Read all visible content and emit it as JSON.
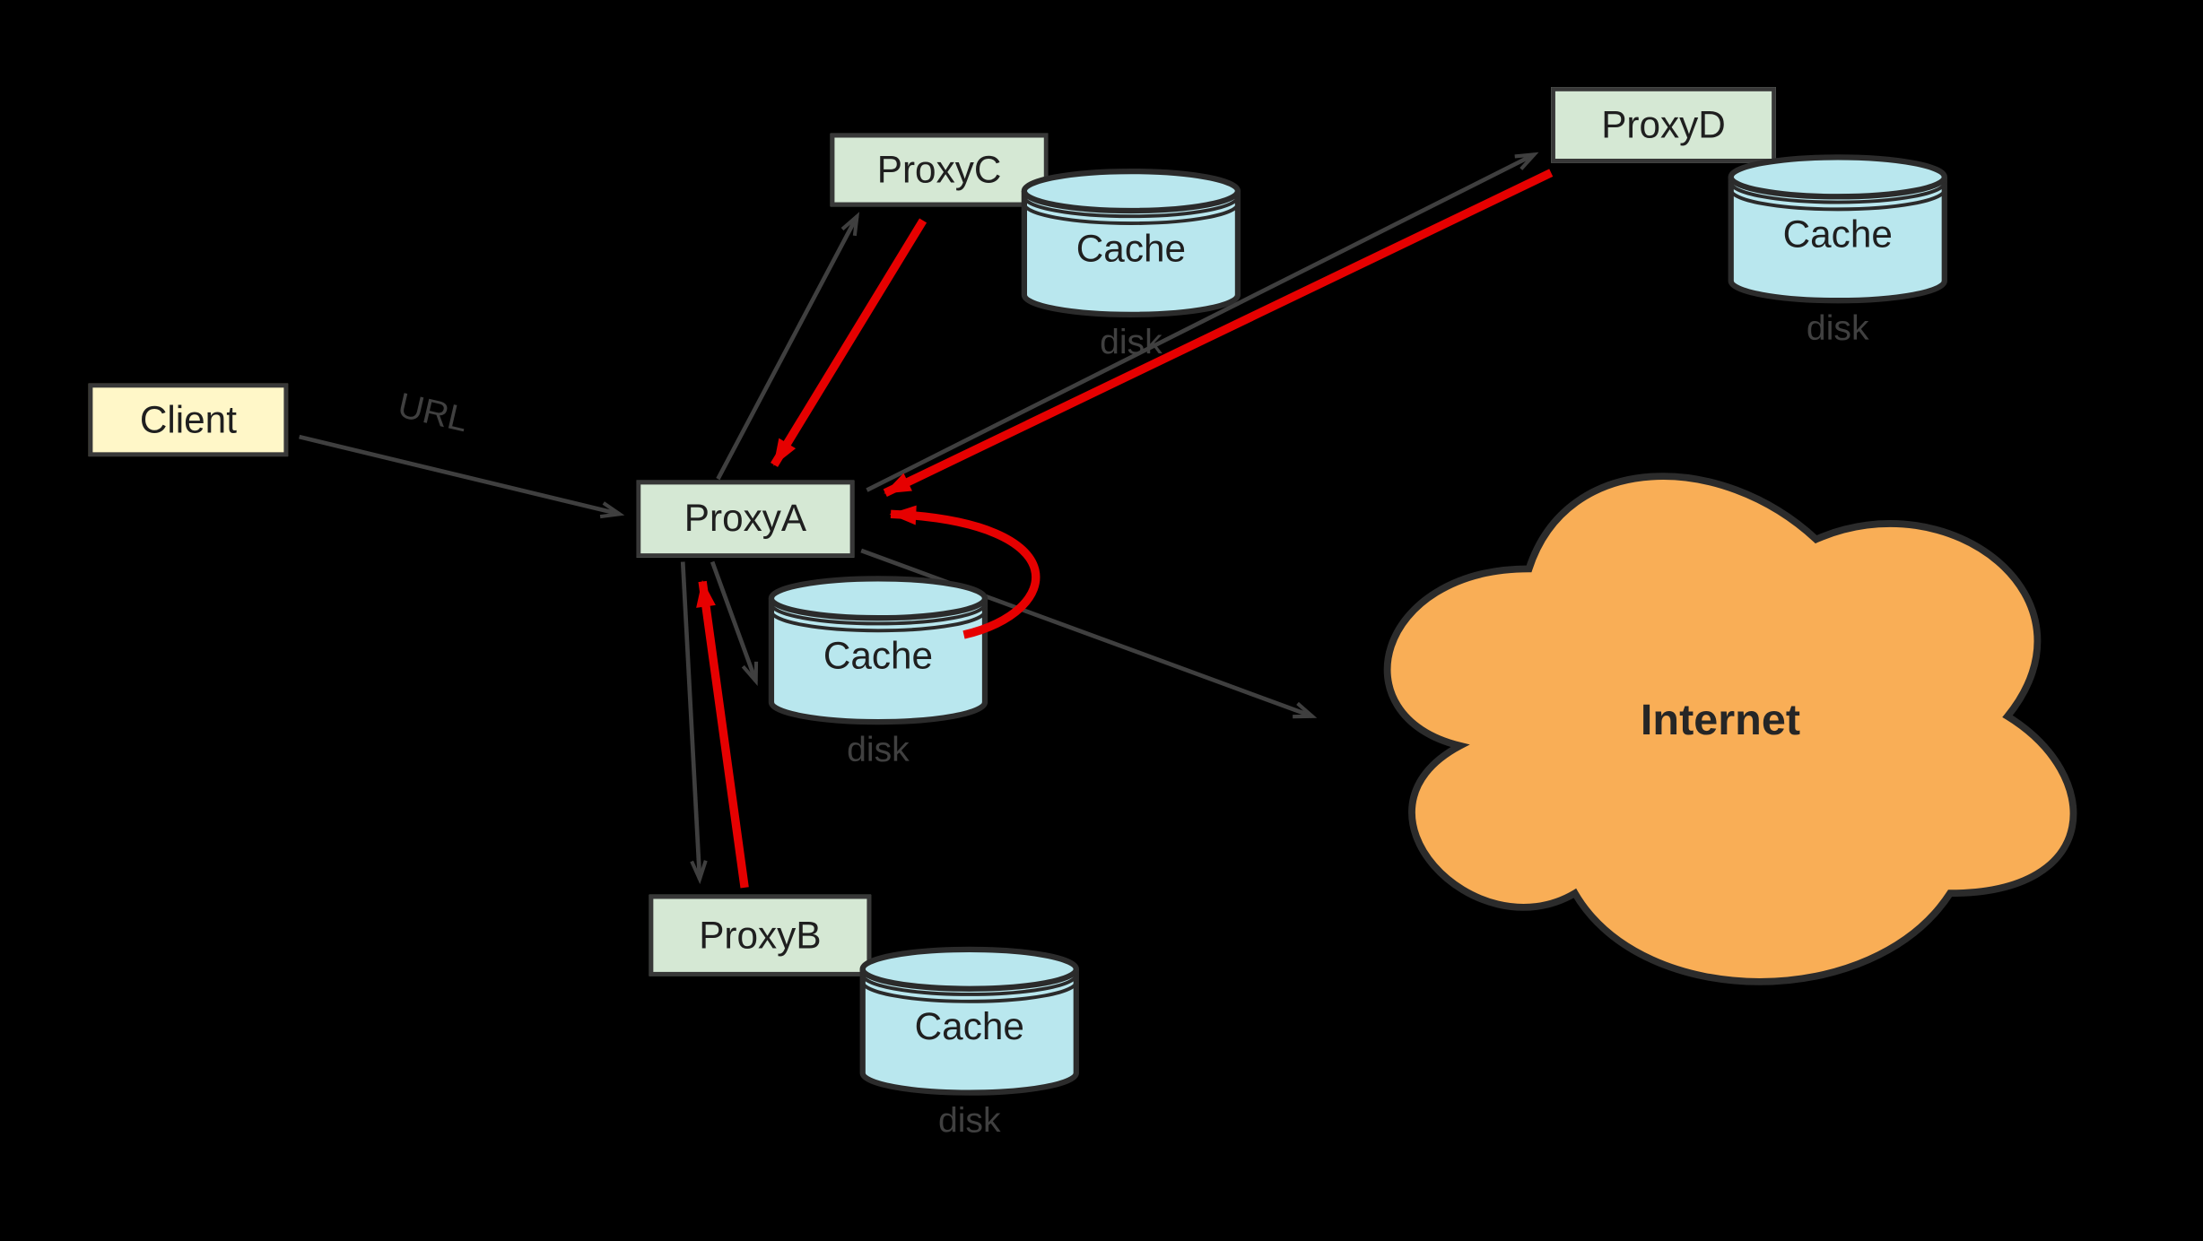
{
  "nodes": {
    "client": {
      "label": "Client"
    },
    "proxy_a": {
      "label": "ProxyA"
    },
    "proxy_b": {
      "label": "ProxyB"
    },
    "proxy_c": {
      "label": "ProxyC"
    },
    "proxy_d": {
      "label": "ProxyD"
    },
    "internet": {
      "label": "Internet"
    }
  },
  "caches": {
    "a": {
      "label": "Cache",
      "sublabel": "disk"
    },
    "b": {
      "label": "Cache",
      "sublabel": "disk"
    },
    "c": {
      "label": "Cache",
      "sublabel": "disk"
    },
    "d": {
      "label": "Cache",
      "sublabel": "disk"
    }
  },
  "edge_labels": {
    "client_to_proxy_a": "URL"
  },
  "colors": {
    "background": "#000000",
    "client_fill": "#FFF7C8",
    "proxy_fill": "#D5E8D4",
    "cache_fill": "#B9E7EE",
    "cloud_fill": "#F9AE56",
    "arrow": "#3F3F3F",
    "highlight_arrow": "#E60000",
    "edge_label_color": "#404040",
    "node_border": "#383838"
  }
}
